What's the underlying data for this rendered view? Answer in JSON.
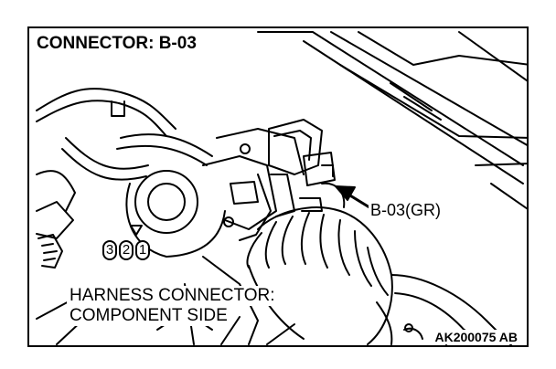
{
  "title": "CONNECTOR: B-03",
  "callout_label": "B-03(GR)",
  "harness_label_line1": "HARNESS CONNECTOR:",
  "harness_label_line2": "COMPONENT SIDE",
  "pins": [
    "3",
    "2",
    "1"
  ],
  "image_code": "AK200075 AB"
}
